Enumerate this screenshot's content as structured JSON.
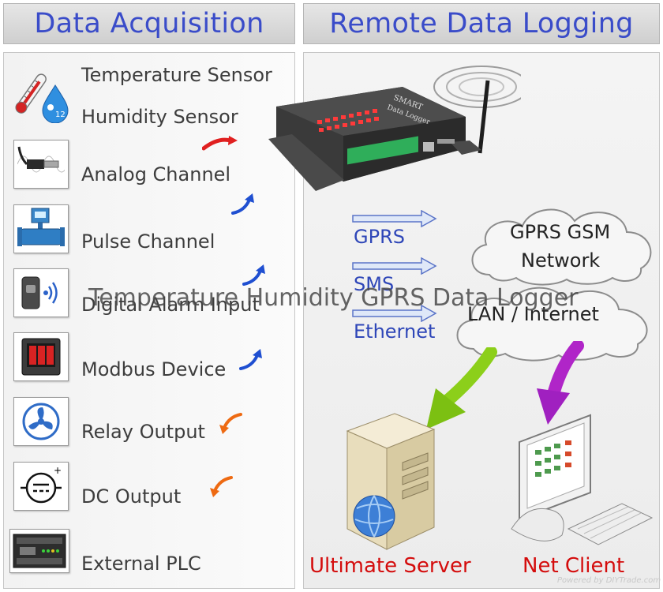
{
  "headers": {
    "left": "Data Acquisition",
    "right": "Remote Data Logging"
  },
  "inputs": [
    {
      "label": "Temperature Sensor",
      "icon": "thermometer-icon"
    },
    {
      "label": "Humidity Sensor",
      "icon": "water-drop-icon"
    },
    {
      "label": "Analog Channel",
      "icon": "sensor-probe-icon"
    },
    {
      "label": "Pulse Channel",
      "icon": "flow-meter-icon"
    },
    {
      "label": "Digital Alarm Input",
      "icon": "wireless-alarm-icon"
    },
    {
      "label": "Modbus Device",
      "icon": "power-meter-icon"
    },
    {
      "label": "Relay Output",
      "icon": "fan-icon"
    },
    {
      "label": "DC Output",
      "icon": "dc-symbol-icon"
    },
    {
      "label": "External PLC",
      "icon": "plc-icon"
    }
  ],
  "device": {
    "label_line1": "SMART",
    "label_line2": "Data Logger"
  },
  "protocols": [
    "GPRS",
    "SMS",
    "Ethernet"
  ],
  "clouds": {
    "gsm_line1": "GPRS GSM",
    "gsm_line2": "Network",
    "lan": "LAN / Internet"
  },
  "nodes": {
    "server": "Ultimate Server",
    "client": "Net Client"
  },
  "overlay_title": "Temperature Humidity GPRS Data Logger",
  "watermark": "Powered by DIYTrade.com",
  "colors": {
    "header_text": "#3a4cc9",
    "protocol_text": "#2e46b8",
    "node_label": "#d40c0c",
    "arrow_in_blue": "#1f4fd1",
    "arrow_red": "#e02020",
    "arrow_orange": "#ee6a12",
    "arrow_green": "#8ccf1a",
    "arrow_purple": "#b025c8"
  }
}
